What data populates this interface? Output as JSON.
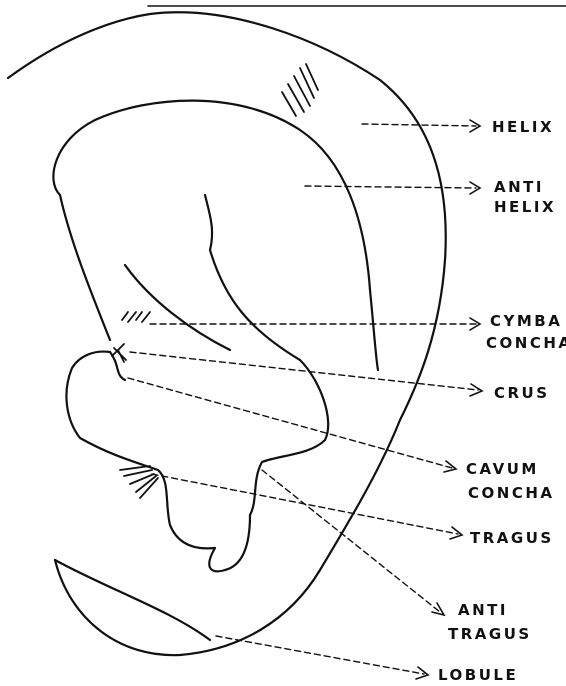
{
  "labels": {
    "helix": [
      "HELIX"
    ],
    "antihelix": [
      "ANTI",
      "HELIX"
    ],
    "cymba_concha": [
      "CYMBA",
      "CONCHA"
    ],
    "crus": [
      "CRUS"
    ],
    "cavum_concha": [
      "CAVUM",
      "CONCHA"
    ],
    "tragus": [
      "TRAGUS"
    ],
    "antitragus": [
      "ANTI",
      "TRAGUS"
    ],
    "lobule": [
      "LOBULE"
    ]
  },
  "colors": {
    "ink": "#111111",
    "background": "#ffffff"
  }
}
